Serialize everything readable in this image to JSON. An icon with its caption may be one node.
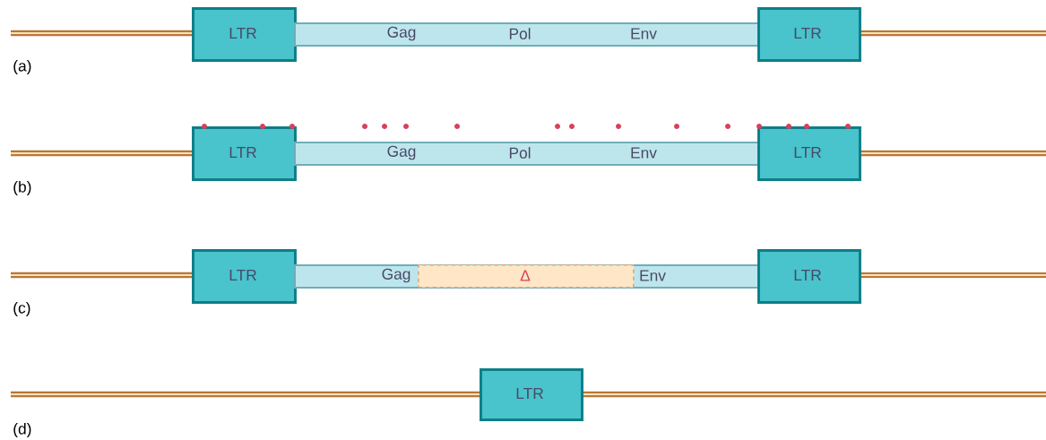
{
  "diagram": {
    "nodes": [
      {
        "text": [
          "LTR"
        ]
      },
      {
        "text": [
          "Gag",
          "Pol",
          "Env"
        ]
      },
      {
        "text": [
          "LTR"
        ]
      },
      {
        "text": [
          "LTR"
        ]
      },
      {
        "text": [
          "Gag",
          "Pol",
          "Env"
        ]
      },
      {
        "text": [
          "LTR"
        ]
      },
      {
        "text": [
          "LTR"
        ]
      },
      {
        "text": [
          "Gag",
          "Env"
        ]
      },
      {
        "text": [
          "Δ"
        ],
        "in": 7
      },
      {
        "text": [
          "LTR"
        ]
      },
      {
        "text": [
          "LTR"
        ]
      }
    ],
    "labels": [
      "(a)",
      "(b)",
      "(c)",
      "(d)"
    ]
  }
}
